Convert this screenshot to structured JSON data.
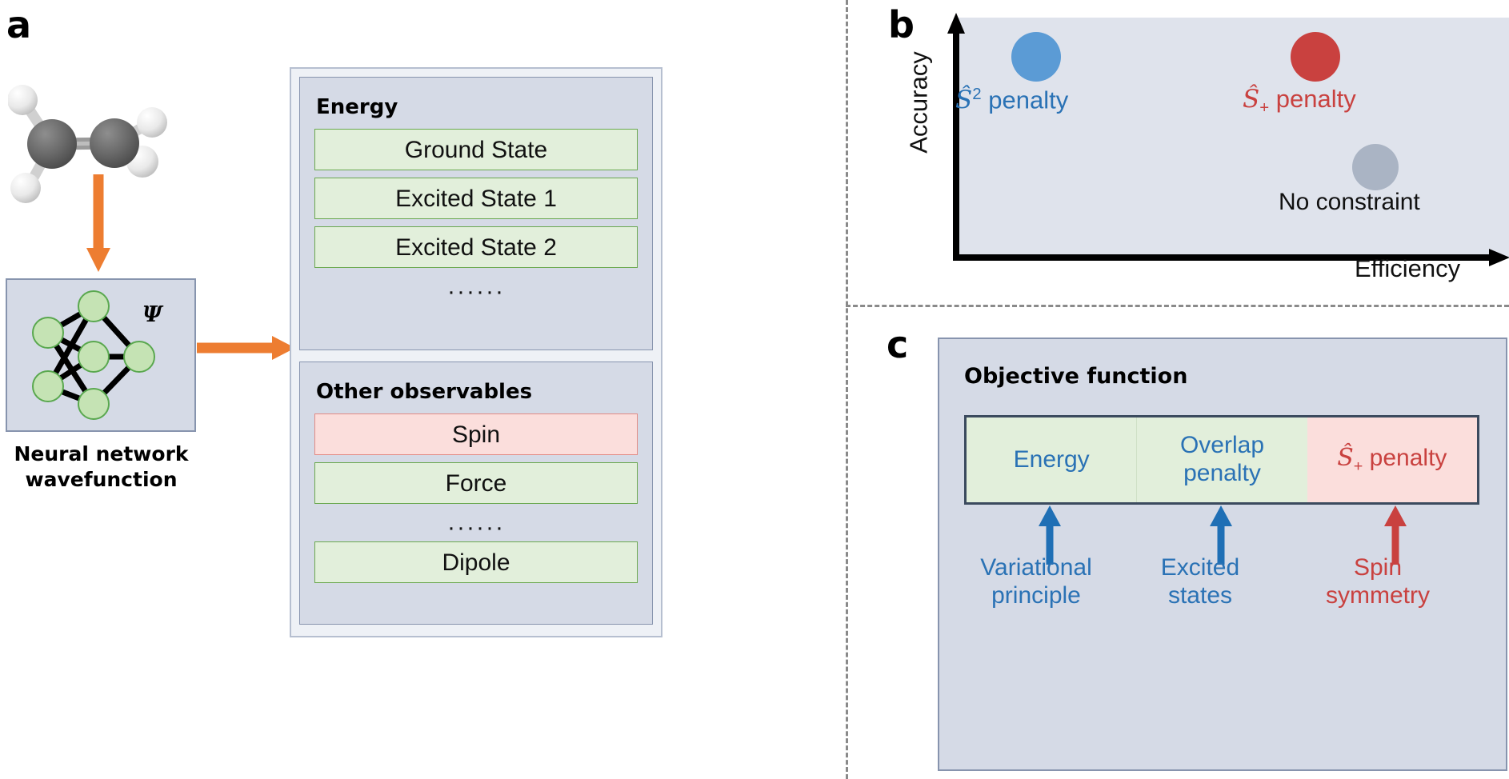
{
  "panels": {
    "a": {
      "letter": "a"
    },
    "b": {
      "letter": "b"
    },
    "c": {
      "letter": "c"
    }
  },
  "panel_a": {
    "molecule": {
      "name": "ethylene-ball-and-stick",
      "formula": "C2H4"
    },
    "network": {
      "psi_label": "Ψ",
      "caption": "Neural network\nwavefunction"
    },
    "energy_panel": {
      "heading": "Energy",
      "items": [
        {
          "label": "Ground State",
          "style": "green"
        },
        {
          "label": "Excited State 1",
          "style": "green"
        },
        {
          "label": "Excited State 2",
          "style": "green"
        }
      ],
      "ellipsis": "······"
    },
    "other_panel": {
      "heading": "Other observables",
      "items": [
        {
          "label": "Spin",
          "style": "pink"
        },
        {
          "label": "Force",
          "style": "green"
        }
      ],
      "ellipsis": "······",
      "last_item": {
        "label": "Dipole",
        "style": "green"
      }
    },
    "arrow_color": "#ED7D31"
  },
  "chart_data": {
    "type": "scatter",
    "title": "",
    "xlabel": "Efficiency",
    "ylabel": "Accuracy",
    "xlim": [
      0,
      1
    ],
    "ylim": [
      0,
      1
    ],
    "grid": false,
    "legend": "none",
    "annotations": [
      {
        "label": "Ŝ² penalty",
        "x": 0.22,
        "y": 0.8,
        "color": "#2a72b5",
        "marker_color": "#5b9bd5",
        "marker_size": 62
      },
      {
        "label": "Ŝ₊ penalty",
        "x": 0.7,
        "y": 0.8,
        "color": "#c9413f",
        "marker_color": "#c9413f",
        "marker_size": 62
      },
      {
        "label": "No constraint",
        "x": 0.81,
        "y": 0.33,
        "color": "#111111",
        "marker_color": "#aab4c4",
        "marker_size": 58
      }
    ],
    "points": [
      {
        "name": "S-hat-squared penalty",
        "x": 0.22,
        "y": 0.8
      },
      {
        "name": "S-hat-plus penalty",
        "x": 0.7,
        "y": 0.8
      },
      {
        "name": "No constraint",
        "x": 0.81,
        "y": 0.33
      }
    ],
    "plot_bg": "#dfe3ec"
  },
  "panel_b": {
    "ylabel": "Accuracy",
    "xlabel": "Efficiency",
    "bubbles": [
      {
        "id": "s2-penalty",
        "label_prefix": "S",
        "label_sup": "2",
        "label_suffix": " penalty",
        "color": "#5b9bd5",
        "text_color": "#2a72b5"
      },
      {
        "id": "splus-penalty",
        "label_prefix": "S",
        "label_sub": "+",
        "label_suffix": " penalty",
        "color": "#c9413f",
        "text_color": "#c9413f"
      },
      {
        "id": "no-constraint",
        "label": "No constraint",
        "color": "#aab4c4",
        "text_color": "#111111"
      }
    ]
  },
  "panel_c": {
    "title": "Objective function",
    "cells": [
      {
        "label": "Energy",
        "style": "green",
        "color": "#2a72b5"
      },
      {
        "label": "Overlap\npenalty",
        "style": "green",
        "color": "#2a72b5"
      },
      {
        "label_prefix": "S",
        "label_sub": "+",
        "label_suffix": " penalty",
        "style": "pink",
        "color": "#c9413f"
      }
    ],
    "foot_labels": [
      {
        "label": "Variational\nprinciple",
        "color": "#2a72b5",
        "arrow_color": "#1f6fb5"
      },
      {
        "label": "Excited\nstates",
        "color": "#2a72b5",
        "arrow_color": "#1f6fb5"
      },
      {
        "label": "Spin\nsymmetry",
        "color": "#c9413f",
        "arrow_color": "#c9413f"
      }
    ]
  }
}
